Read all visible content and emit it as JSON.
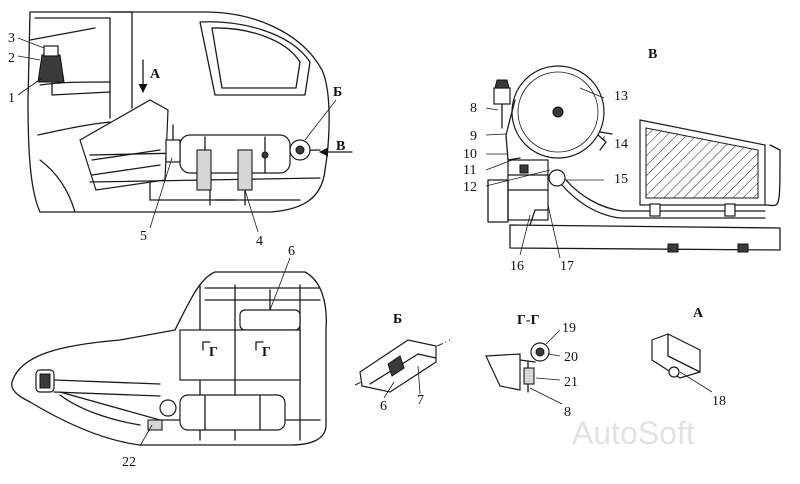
{
  "labels": {
    "l1": "1",
    "l2": "2",
    "l3": "3",
    "l4": "4",
    "l5": "5",
    "l6": "6",
    "l6b": "6",
    "l7": "7",
    "l8": "8",
    "l8b": "8",
    "l9": "9",
    "l10": "10",
    "l11": "11",
    "l12": "12",
    "l13": "13",
    "l14": "14",
    "l15": "15",
    "l16": "16",
    "l17": "17",
    "l18": "18",
    "l19": "19",
    "l20": "20",
    "l21": "21",
    "l22": "22"
  },
  "views": {
    "a_arrow": "А",
    "b_arrow": "Б",
    "v_arrow": "В",
    "view_v": "В",
    "view_b": "Б",
    "view_gg": "Г-Г",
    "view_a": "А",
    "sec_left": "Г",
    "sec_right": "Г"
  },
  "watermark": "AutoSoft"
}
